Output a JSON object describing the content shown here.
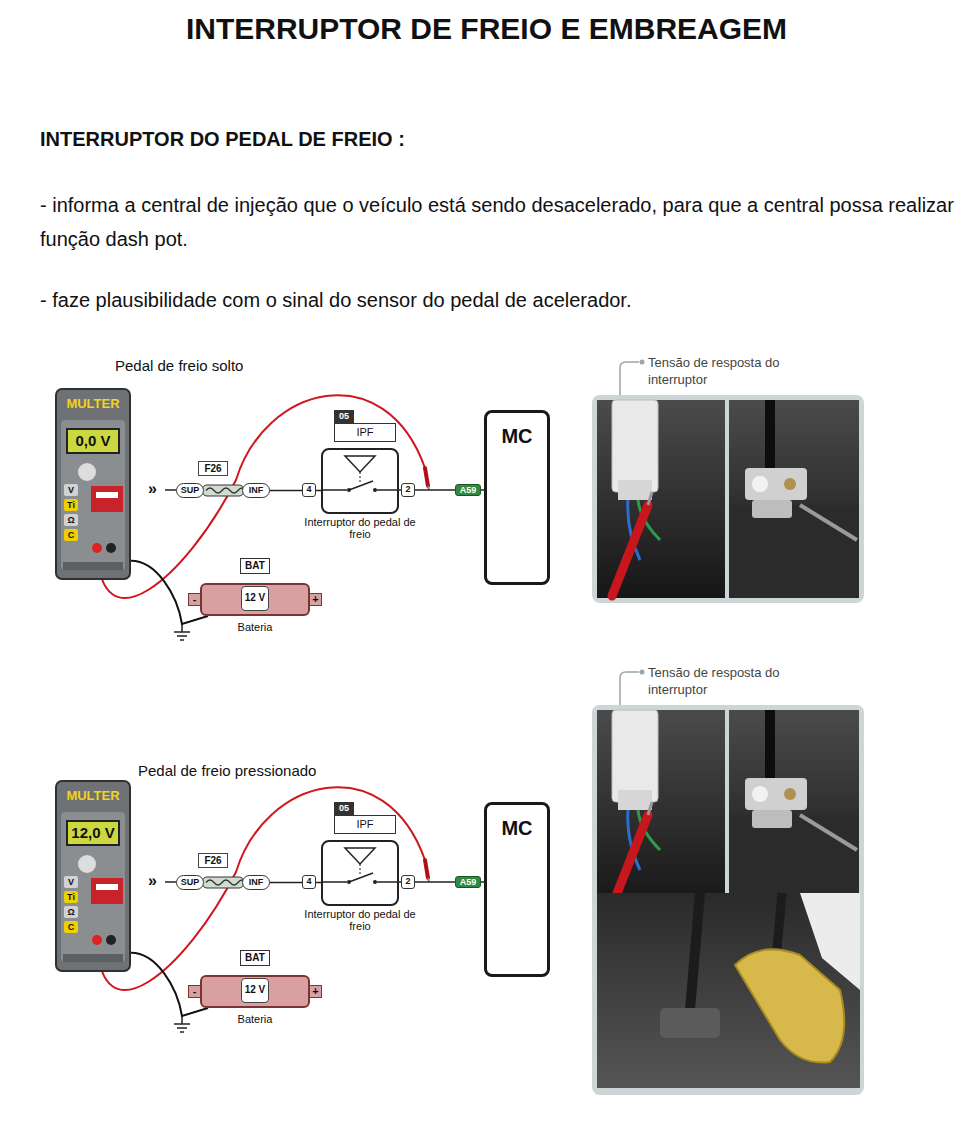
{
  "diagram": {
    "title": "INTERRUPTOR DE FREIO E EMBREAGEM",
    "nodes": [
      {
        "text": [
          "MULTER",
          "0,0 V"
        ]
      },
      {
        "text": [
          "F26",
          "SUP",
          "INF"
        ]
      },
      {
        "text": [
          "05",
          "IPF",
          "Interruptor do pedal de freio"
        ]
      },
      {
        "text": [
          "A59"
        ]
      },
      {
        "text": [
          "MC"
        ]
      },
      {
        "text": [
          "BAT",
          "12 V",
          "Bateria"
        ]
      },
      {
        "text": [
          "MULTER",
          "12,0 V"
        ]
      },
      {
        "text": [
          "F26",
          "SUP",
          "INF"
        ]
      },
      {
        "text": [
          "05",
          "IPF",
          "Interruptor do pedal de freio"
        ]
      },
      {
        "text": [
          "A59"
        ]
      },
      {
        "text": [
          "MC"
        ]
      },
      {
        "text": [
          "BAT",
          "12 V",
          "Bateria"
        ]
      }
    ],
    "edges": [
      {
        "from": 1,
        "to": 2,
        "arrow": "none"
      },
      {
        "from": 2,
        "to": 3,
        "arrow": "none"
      },
      {
        "from": 3,
        "to": 4,
        "arrow": "none"
      },
      {
        "from": 0,
        "to": 5,
        "arrow": "none"
      },
      {
        "from": 7,
        "to": 8,
        "arrow": "none"
      },
      {
        "from": 8,
        "to": 9,
        "arrow": "none"
      },
      {
        "from": 9,
        "to": 10,
        "arrow": "none"
      },
      {
        "from": 6,
        "to": 11,
        "arrow": "none"
      }
    ],
    "labels": [
      "INTERRUPTOR DO PEDAL DE FREIO :",
      "- informa a central de injeção que o veículo está sendo desacelerado, para que a central possa realizar função dash pot.",
      "- faze plausibilidade com o sinal do sensor do pedal de acelerador.",
      "Pedal de freio solto",
      "V",
      "Ti",
      "Ω",
      "C",
      "»",
      "4",
      "2",
      "-",
      "+",
      "Tensão de resposta do interruptor",
      "Pedal de freio pressionado",
      "V",
      "Ti",
      "Ω",
      "C",
      "»",
      "4",
      "2",
      "-",
      "+",
      "Tensão de resposta do interruptor"
    ]
  }
}
